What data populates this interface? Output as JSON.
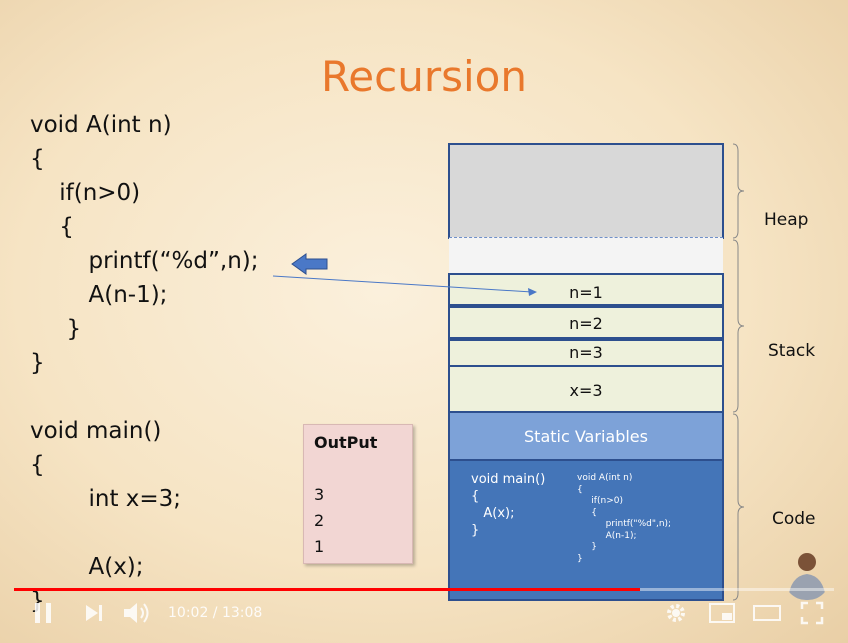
{
  "slide": {
    "title": "Recursion",
    "code_lines": [
      "void A(int n)",
      "{",
      "    if(n>0)",
      "    {",
      "        printf(“%d”,n);",
      "        A(n-1);",
      "     }",
      "}",
      "",
      "void main()",
      "{",
      "        int x=3;",
      "",
      "        A(x);",
      "}"
    ],
    "memory": {
      "heap_label": "Heap",
      "stack_label": "Stack",
      "code_label": "Code",
      "frames": [
        "n=1",
        "n=2",
        "n=3",
        "x=3"
      ],
      "static_label": "Static Variables",
      "code_main": "void main()\n{\n   A(x);\n}",
      "code_func": "void A(int n)\n{\n     if(n>0)\n     {\n          printf(\"%d\",n);\n          A(n-1);\n     }\n}"
    },
    "output": {
      "header": "OutPut",
      "values": [
        "3",
        "2",
        "1"
      ]
    },
    "colors": {
      "title": "#e9782c",
      "frame_fill": "#eef1dc",
      "static_fill": "#7da2d8",
      "code_fill": "#4475b8",
      "heap_fill": "#d8d8d8",
      "arrow": "#4a78c7",
      "output_box": "#f2d6d3"
    }
  },
  "player": {
    "time_current": "10:02",
    "time_total": "13:08",
    "time_display": "10:02 / 13:08",
    "progress": 0.764,
    "icons": [
      "pause-icon",
      "next-icon",
      "volume-icon",
      "settings-icon",
      "miniplayer-icon",
      "theater-icon",
      "fullscreen-icon"
    ]
  }
}
